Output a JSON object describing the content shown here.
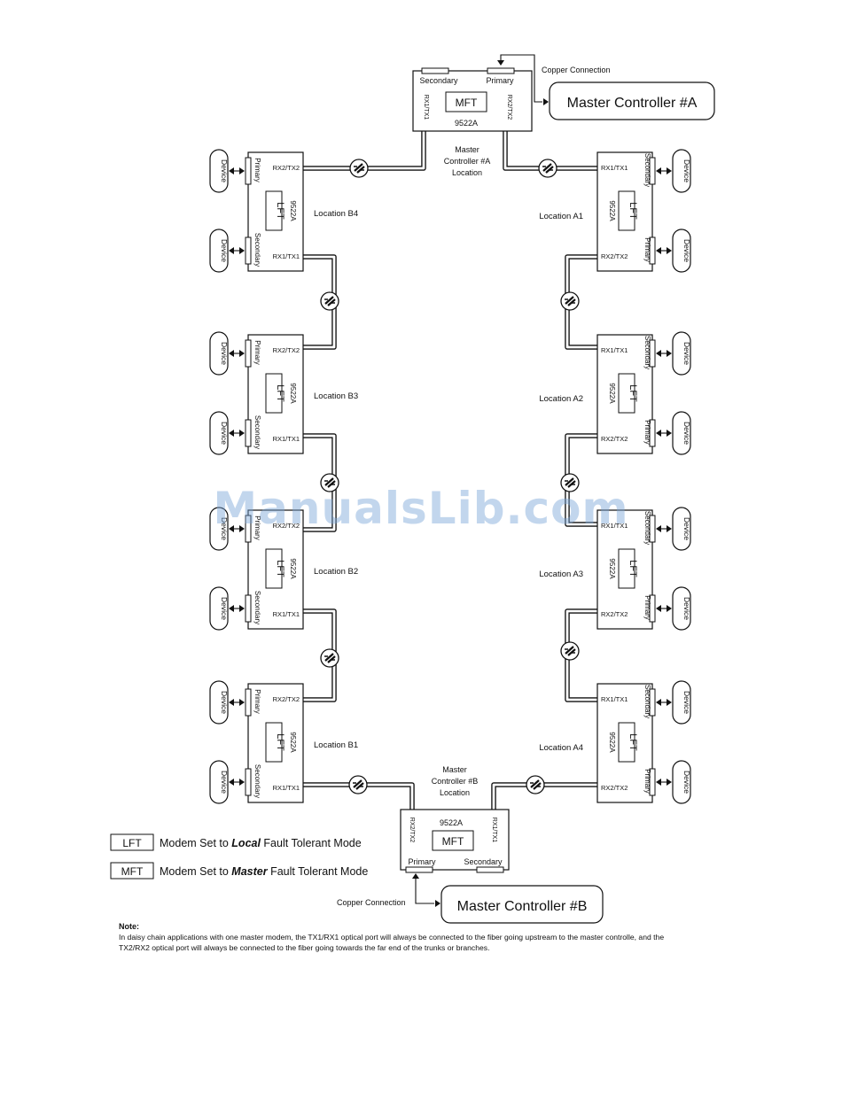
{
  "master_a": {
    "model": "9522A",
    "mode": "MFT",
    "secondary_label": "Secondary",
    "primary_label": "Primary",
    "port_left": "RX1/TX1",
    "port_right": "RX2/TX2",
    "location": [
      "Master",
      "Controller #A",
      "Location"
    ],
    "controller": "Master Controller #A",
    "copper": "Copper Connection"
  },
  "master_b": {
    "model": "9522A",
    "mode": "MFT",
    "primary_label": "Primary",
    "secondary_label": "Secondary",
    "port_left": "RX2/TX2",
    "port_right": "RX1/TX1",
    "location": [
      "Master",
      "Controller #B",
      "Location"
    ],
    "controller": "Master Controller #B",
    "copper": "Copper Connection"
  },
  "locations_b": [
    {
      "name": "Location B4",
      "top_port": "RX2/TX2",
      "bottom_port": "RX1/TX1",
      "top_side": "Primary",
      "bottom_side": "Secondary",
      "model": "9522A",
      "mode": "LFT"
    },
    {
      "name": "Location B3",
      "top_port": "RX2/TX2",
      "bottom_port": "RX1/TX1",
      "top_side": "Primary",
      "bottom_side": "Secondary",
      "model": "9522A",
      "mode": "LFT"
    },
    {
      "name": "Location B2",
      "top_port": "RX2/TX2",
      "bottom_port": "RX1/TX1",
      "top_side": "Primary",
      "bottom_side": "Secondary",
      "model": "9522A",
      "mode": "LFT"
    },
    {
      "name": "Location B1",
      "top_port": "RX2/TX2",
      "bottom_port": "RX1/TX1",
      "top_side": "Primary",
      "bottom_side": "Secondary",
      "model": "9522A",
      "mode": "LFT"
    }
  ],
  "locations_a": [
    {
      "name": "Location A1",
      "top_port": "RX1/TX1",
      "bottom_port": "RX2/TX2",
      "top_side": "Secondary",
      "bottom_side": "Primary",
      "model": "9522A",
      "mode": "LFT"
    },
    {
      "name": "Location A2",
      "top_port": "RX1/TX1",
      "bottom_port": "RX2/TX2",
      "top_side": "Secondary",
      "bottom_side": "Primary",
      "model": "9522A",
      "mode": "LFT"
    },
    {
      "name": "Location A3",
      "top_port": "RX1/TX1",
      "bottom_port": "RX2/TX2",
      "top_side": "Secondary",
      "bottom_side": "Primary",
      "model": "9522A",
      "mode": "LFT"
    },
    {
      "name": "Location A4",
      "top_port": "RX1/TX1",
      "bottom_port": "RX2/TX2",
      "top_side": "Secondary",
      "bottom_side": "Primary",
      "model": "9522A",
      "mode": "LFT"
    }
  ],
  "device_label": "Device",
  "legend": [
    {
      "code": "LFT",
      "prefix": "Modem Set to ",
      "emph": "Local",
      "suffix": " Fault Tolerant Mode"
    },
    {
      "code": "MFT",
      "prefix": "Modem Set to ",
      "emph": "Master",
      "suffix": " Fault Tolerant Mode"
    }
  ],
  "note": {
    "title": "Note:",
    "text": "In daisy chain applications with one master modem, the TX1/RX1 optical port will always be connected to the fiber going upstream to the master controlle, and the TX2/RX2 optical port will always be connected to the fiber going towards the far end of the trunks or branches."
  },
  "watermark": "ManualsLib.com"
}
